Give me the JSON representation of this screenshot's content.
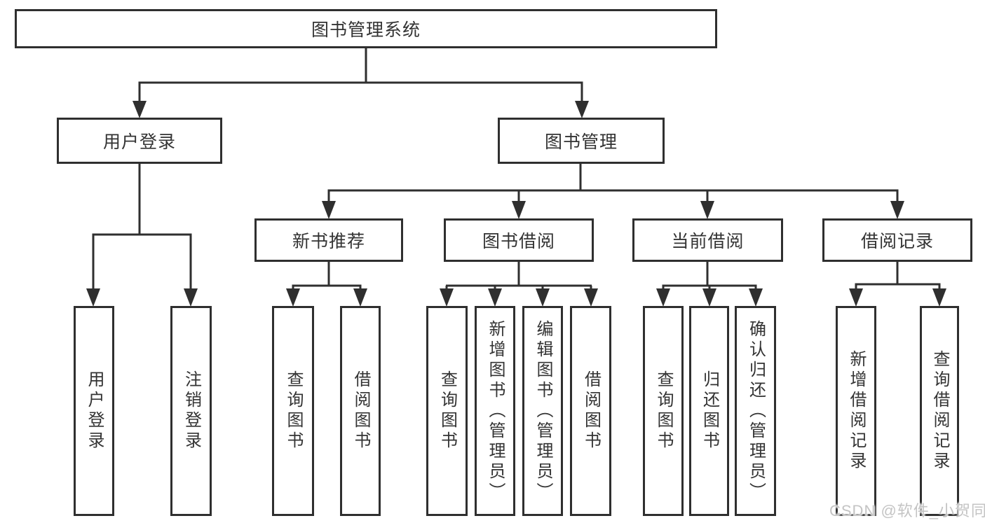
{
  "colors": {
    "line": "#2f2f2f",
    "box_border": "#2f2f2f",
    "text": "#333333",
    "watermark": "#c4c4c4",
    "background": "#ffffff"
  },
  "root": {
    "label": "图书管理系统"
  },
  "level2": [
    {
      "label": "用户登录"
    },
    {
      "label": "图书管理"
    }
  ],
  "level3": [
    {
      "label": "新书推荐"
    },
    {
      "label": "图书借阅"
    },
    {
      "label": "当前借阅"
    },
    {
      "label": "借阅记录"
    }
  ],
  "leaves": {
    "login": [
      {
        "label": "用户登录"
      },
      {
        "label": "注销登录"
      }
    ],
    "recommend": [
      {
        "label": "查询图书"
      },
      {
        "label": "借阅图书"
      }
    ],
    "borrow": [
      {
        "label": "查询图书"
      },
      {
        "label": "新增图书（管理员）"
      },
      {
        "label": "编辑图书（管理员）"
      },
      {
        "label": "借阅图书"
      }
    ],
    "current": [
      {
        "label": "查询图书"
      },
      {
        "label": "归还图书"
      },
      {
        "label": "确认归还（管理员）"
      }
    ],
    "records": [
      {
        "label": "新增借阅记录"
      },
      {
        "label": "查询借阅记录"
      }
    ]
  },
  "watermark": "CSDN @软件_小贺同学"
}
